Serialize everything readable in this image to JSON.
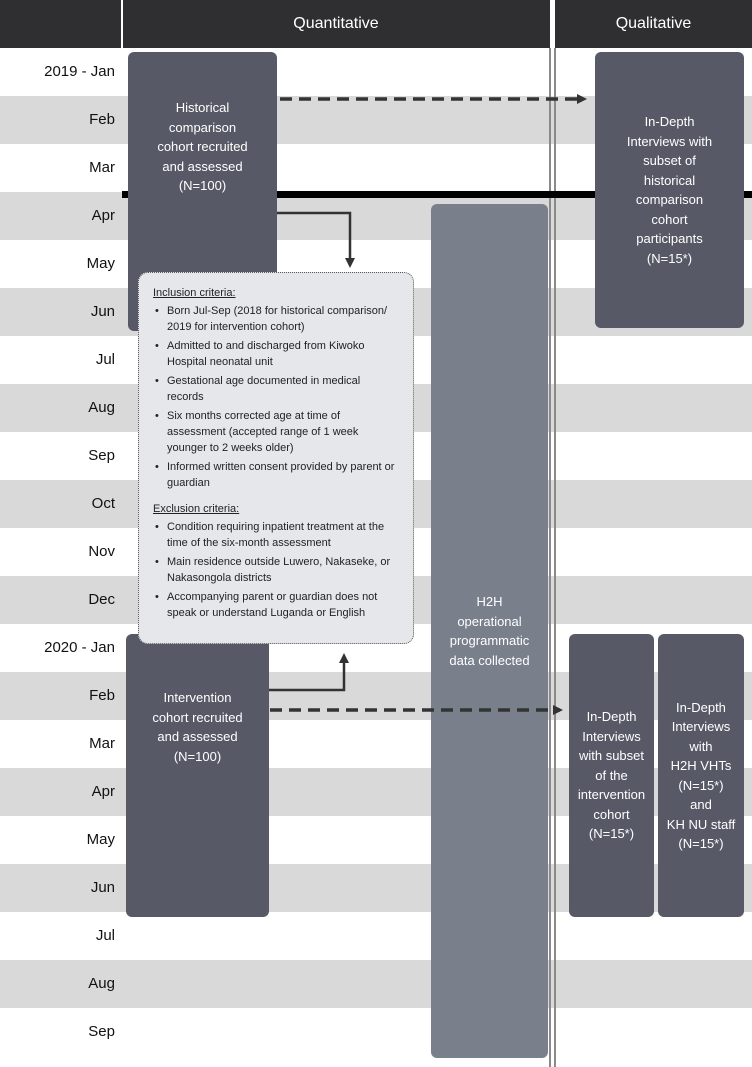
{
  "header": {
    "quantitative": "Quantitative",
    "qualitative": "Qualitative"
  },
  "months": [
    "2019 - Jan",
    "Feb",
    "Mar",
    "Apr",
    "May",
    "Jun",
    "Jul",
    "Aug",
    "Sep",
    "Oct",
    "Nov",
    "Dec",
    "2020 - Jan",
    "Feb",
    "Mar",
    "Apr",
    "May",
    "Jun",
    "Jul",
    "Aug",
    "Sep"
  ],
  "colors": {
    "header": "#2f2f31",
    "dark_box": "#575a66",
    "mid_box": "#7a7f8c",
    "row_shade": "#d9d9d9"
  },
  "boxes": {
    "historical": [
      "Historical",
      "comparison",
      "cohort recruited",
      "and assessed",
      "(N=100)"
    ],
    "intervention": [
      "Intervention",
      "cohort recruited",
      "and assessed",
      "(N=100)"
    ],
    "h2h": [
      "H2H",
      "operational",
      "programmatic",
      "data collected"
    ],
    "idi_historical": [
      "In-Depth",
      "Interviews with",
      "subset of",
      "historical",
      "comparison",
      "cohort",
      "participants",
      "(N=15*)"
    ],
    "idi_intervention": [
      "In-Depth",
      "Interviews",
      "with subset",
      "of the",
      "intervention",
      "cohort",
      "(N=15*)"
    ],
    "idi_staff": [
      "In-Depth",
      "Interviews",
      "with",
      "H2H VHTs",
      "(N=15*)",
      "and",
      "KH NU staff",
      "(N=15*)"
    ]
  },
  "criteria": {
    "inclusion_title": "Inclusion criteria:",
    "inclusion": [
      "Born Jul-Sep (2018 for historical comparison/ 2019 for intervention cohort)",
      "Admitted to and discharged from Kiwoko Hospital neonatal unit",
      "Gestational age documented in medical records",
      "Six months corrected age at time of assessment (accepted range of 1 week younger to 2 weeks older)",
      "Informed written consent provided by parent or guardian"
    ],
    "exclusion_title": "Exclusion criteria:",
    "exclusion": [
      "Condition requiring inpatient treatment at the time of the six-month assessment",
      "Main residence outside Luwero, Nakaseke, or Nakasongola districts",
      "Accompanying parent or guardian does not speak or understand Luganda or English"
    ]
  }
}
